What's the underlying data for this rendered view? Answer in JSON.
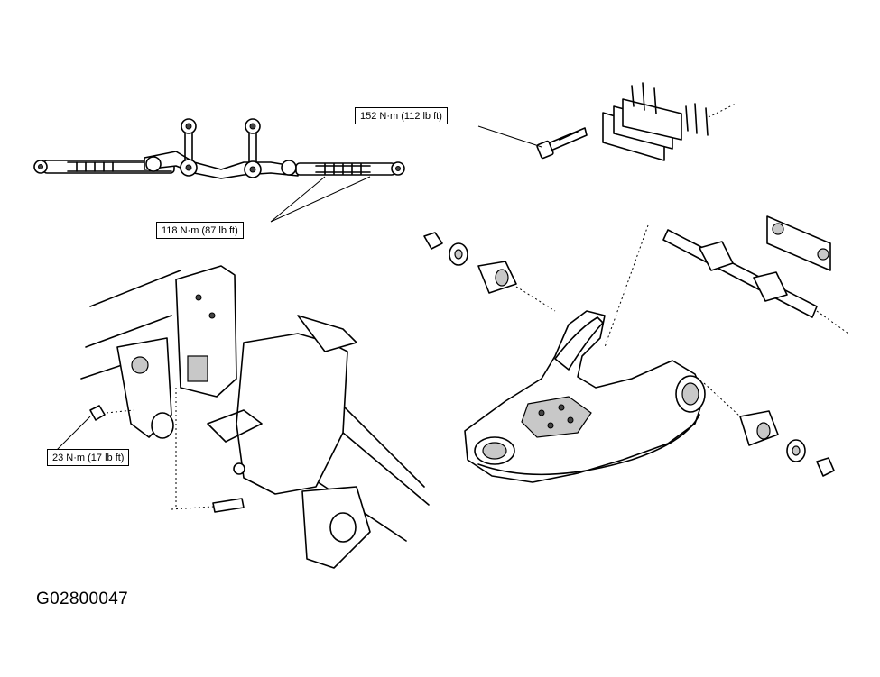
{
  "callouts": {
    "torque_152": "152 N·m (112 lb ft)",
    "torque_118": "118 N·m (87 lb ft)",
    "torque_23": "23 N·m (17 lb ft)"
  },
  "figure_id": "G02800047"
}
